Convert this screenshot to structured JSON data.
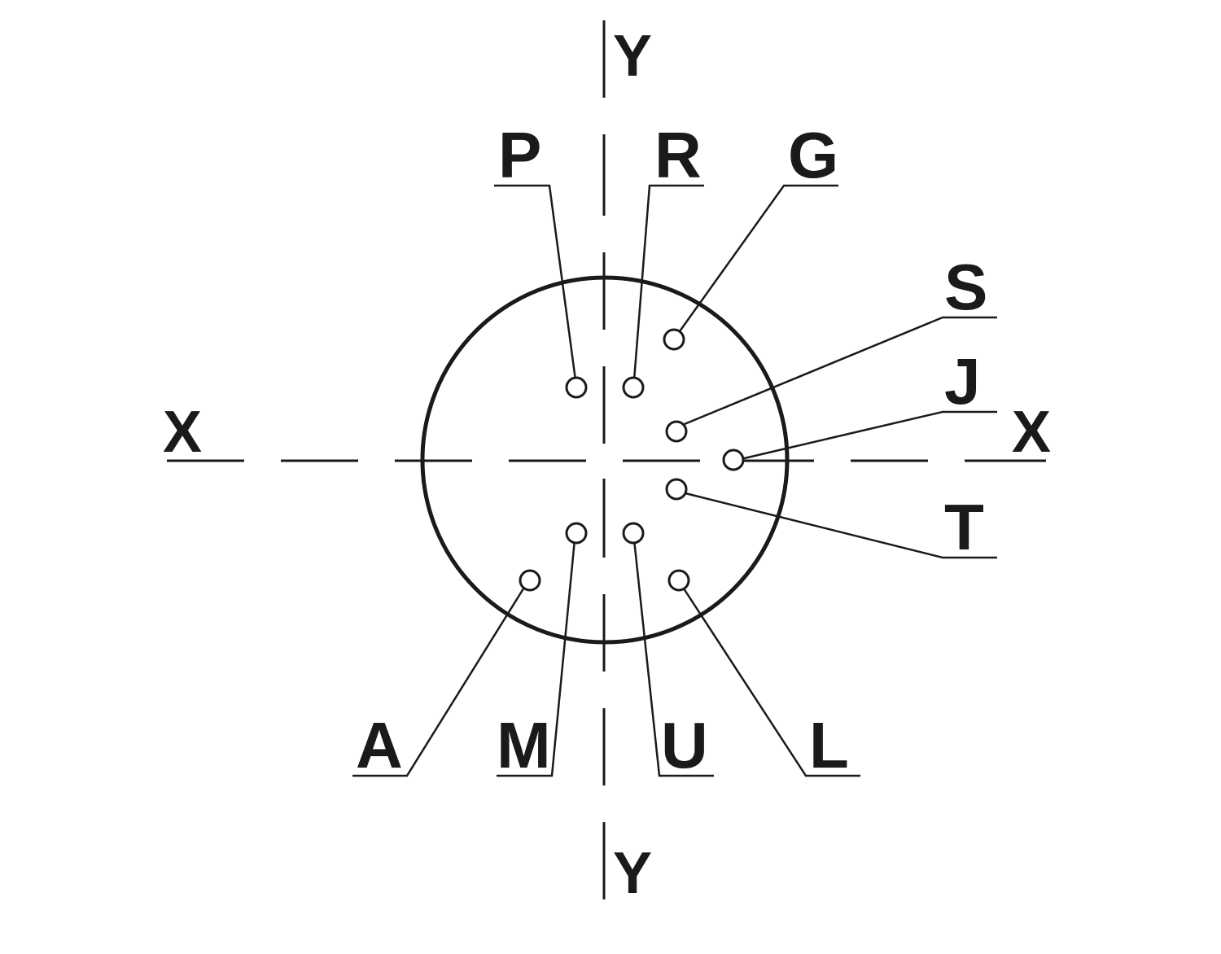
{
  "axes": {
    "x_left": "X",
    "x_right": "X",
    "y_top": "Y",
    "y_bottom": "Y"
  },
  "pins": {
    "P": "P",
    "R": "R",
    "G": "G",
    "S": "S",
    "J": "J",
    "T": "T",
    "A": "A",
    "M": "M",
    "U": "U",
    "L": "L"
  },
  "colors": {
    "ink": "#1a1a1a",
    "background": "#ffffff"
  }
}
